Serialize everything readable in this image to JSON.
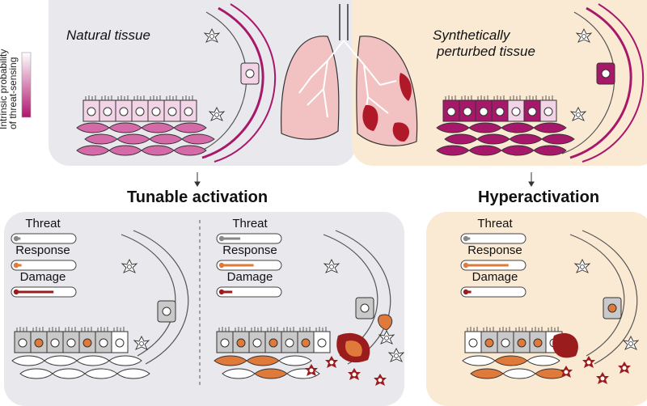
{
  "legend": {
    "line1": "Intrinsic probability",
    "line2": "of threat-sensing",
    "gradient_top": "#ffffff",
    "gradient_bottom": "#b0146e"
  },
  "top": {
    "natural_label": "Natural tissue",
    "synthetic_label_line1": "Synthetically",
    "synthetic_label_line2": "perturbed tissue"
  },
  "headings": {
    "tunable": "Tunable activation",
    "hyper": "Hyperactivation"
  },
  "gauges": {
    "threat": "Threat",
    "response": "Response",
    "damage": "Damage",
    "levels": {
      "tunable_low": {
        "threat": 0.08,
        "response": 0.1,
        "damage": 0.7
      },
      "tunable_high": {
        "threat": 0.35,
        "response": 0.6,
        "damage": 0.2
      },
      "hyper": {
        "threat": 0.08,
        "response": 0.8,
        "damage": 0.1
      }
    }
  },
  "colors": {
    "magenta": "#a8186a",
    "pink_light": "#f3d3e6",
    "orange": "#e07a3a",
    "dark_red": "#9b1c1c",
    "lung": "#f2c2c3",
    "panel_gray": "#e8e8ed",
    "panel_peach": "#fbead3"
  }
}
